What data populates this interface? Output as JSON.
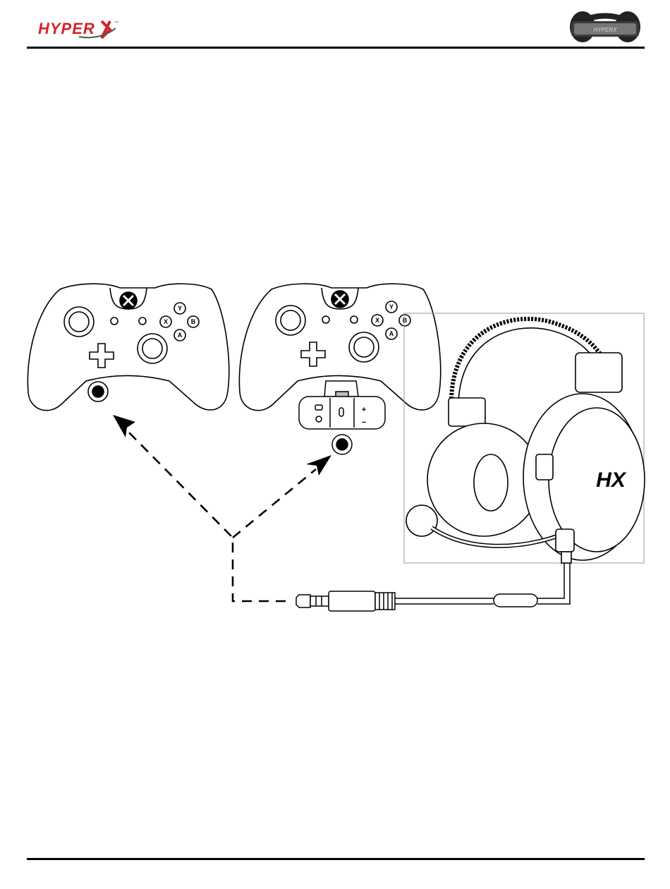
{
  "header": {
    "brand": "HYPER",
    "brand_tm": "™",
    "product_thumb_brand": "HYPERX"
  },
  "controllers": {
    "left": {
      "face_buttons": [
        "Y",
        "X",
        "B",
        "A"
      ]
    },
    "right": {
      "face_buttons": [
        "Y",
        "X",
        "B",
        "A"
      ]
    }
  },
  "adapter": {
    "plus": "+",
    "minus": "−"
  },
  "headset": {
    "logo": "HX"
  },
  "colors": {
    "brand_red": "#d2232a",
    "line": "#000000"
  }
}
